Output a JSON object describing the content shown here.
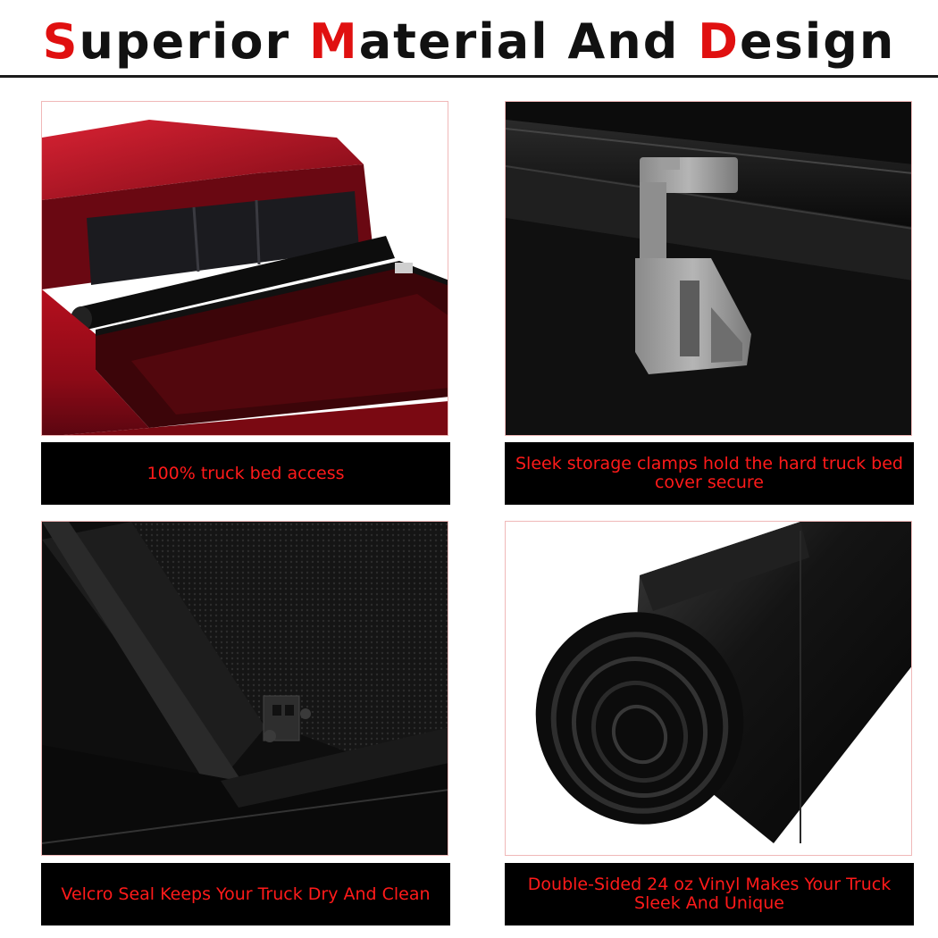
{
  "header": {
    "title_parts": [
      {
        "text": "S",
        "accent": true
      },
      {
        "text": "uperior ",
        "accent": false
      },
      {
        "text": "M",
        "accent": true
      },
      {
        "text": "aterial And ",
        "accent": false
      },
      {
        "text": "D",
        "accent": true
      },
      {
        "text": "esign",
        "accent": false
      }
    ]
  },
  "panels": [
    {
      "caption": "100% truck bed access",
      "image": "red-pickup-rolled-cover"
    },
    {
      "caption": "Sleek storage clamps hold the hard truck bed cover secure",
      "image": "storage-clamp-closeup"
    },
    {
      "caption": "Velcro Seal Keeps Your Truck Dry And Clean",
      "image": "velcro-seal-closeup"
    },
    {
      "caption": "Double-Sided 24 oz Vinyl Makes Your Truck Sleek And Unique",
      "image": "rolled-vinyl-cover"
    }
  ],
  "colors": {
    "accent": "#e01010",
    "caption_bg": "#000000",
    "caption_text": "#ff1a1a"
  }
}
